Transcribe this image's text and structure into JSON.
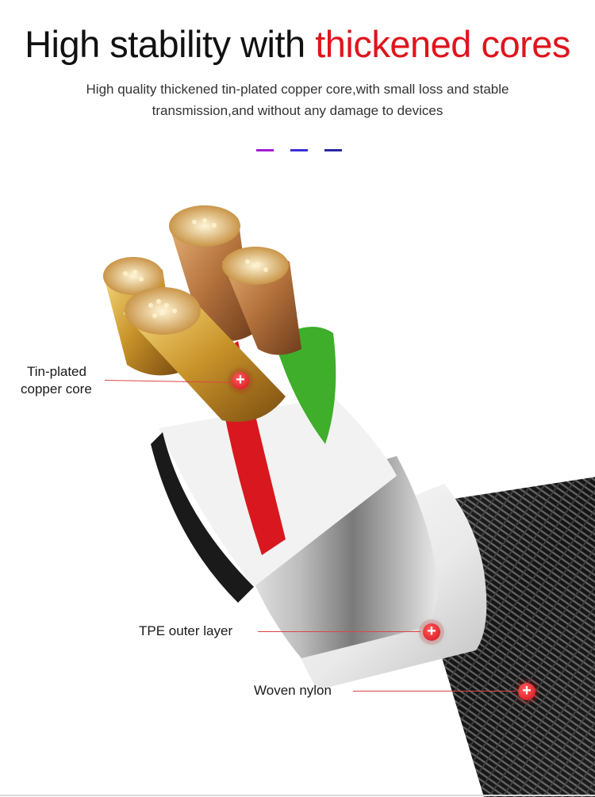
{
  "header": {
    "title_main": "High stability with",
    "title_accent": "thickened cores",
    "subtitle_line1": "High quality thickened tin-plated copper core,with small loss and stable",
    "subtitle_line2": "transmission,and without any damage to devices"
  },
  "colors": {
    "accent": "#e0141c",
    "dash_1": "#a01ed2",
    "dash_2": "#3a2fd8",
    "dash_3": "#2a2aa0"
  },
  "callouts": [
    {
      "line1": "Tin-plated",
      "line2": "copper core",
      "icon": "plus-icon"
    },
    {
      "label": "TPE outer layer",
      "icon": "plus-icon"
    },
    {
      "label": "Woven nylon",
      "icon": "plus-icon"
    }
  ]
}
